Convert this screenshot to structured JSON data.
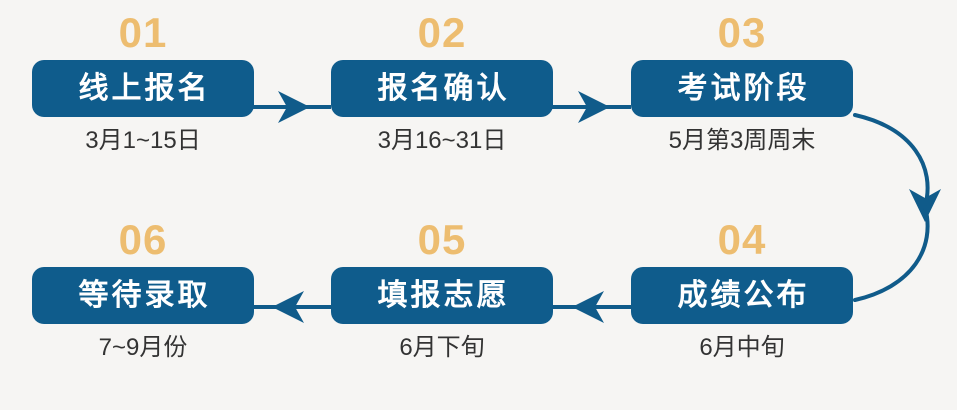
{
  "diagram": {
    "title_implicit": "",
    "background_color": "#f6f5f3",
    "box_color": "#0f5c8c",
    "number_color": "#edbd70",
    "caption_color": "#333333",
    "arrow_color": "#105b8a",
    "steps": [
      {
        "number": "01",
        "title": "线上报名",
        "caption": "3月1~15日"
      },
      {
        "number": "02",
        "title": "报名确认",
        "caption": "3月16~31日"
      },
      {
        "number": "03",
        "title": "考试阶段",
        "caption": "5月第3周周末"
      },
      {
        "number": "04",
        "title": "成绩公布",
        "caption": "6月中旬"
      },
      {
        "number": "05",
        "title": "填报志愿",
        "caption": "6月下旬"
      },
      {
        "number": "06",
        "title": "等待录取",
        "caption": "7~9月份"
      }
    ],
    "connectors": [
      {
        "name": "arrow-01-to-02",
        "direction": "right"
      },
      {
        "name": "arrow-02-to-03",
        "direction": "right"
      },
      {
        "name": "arrow-03-to-04",
        "direction": "curve-down"
      },
      {
        "name": "arrow-04-to-05",
        "direction": "left"
      },
      {
        "name": "arrow-05-to-06",
        "direction": "left"
      }
    ]
  }
}
